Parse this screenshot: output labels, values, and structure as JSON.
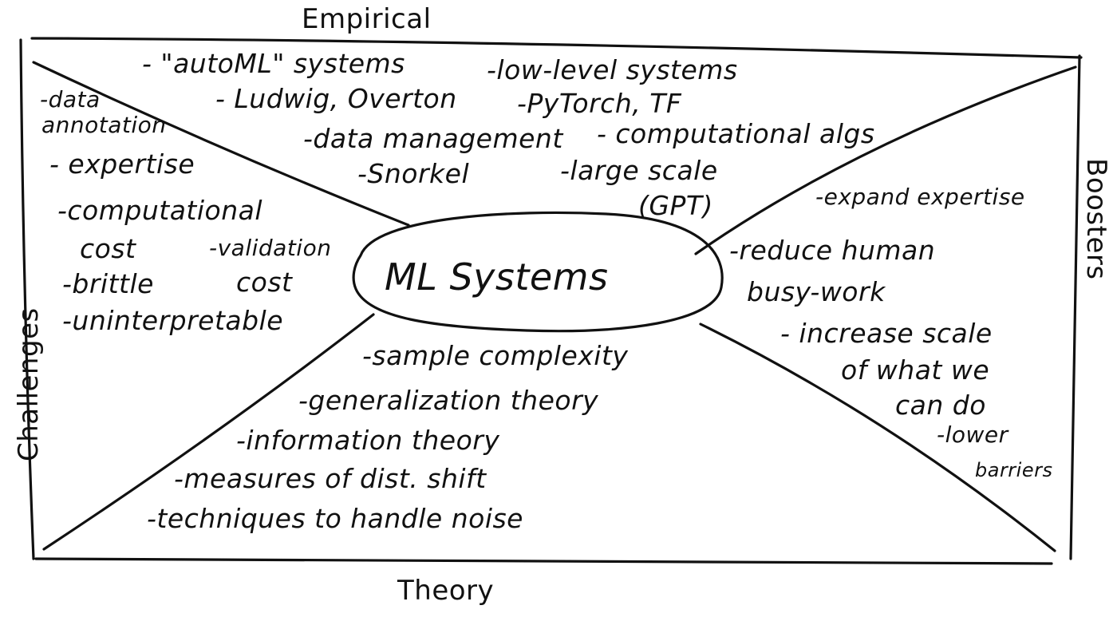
{
  "axes": {
    "top": "Empirical",
    "bottom": "Theory",
    "left": "Challenges",
    "right": "Boosters"
  },
  "center": "ML Systems",
  "empirical": [
    "- \"autoML\" systems",
    "- Ludwig, Overton",
    "-low-level systems",
    "-PyTorch, TF",
    "-data management",
    "- computational algs",
    "-Snorkel",
    "-large scale",
    "(GPT)"
  ],
  "challenges": [
    "-data",
    "annotation",
    "- expertise",
    "-computational",
    "cost",
    "-validation",
    "-brittle",
    "cost",
    "-uninterpretable"
  ],
  "boosters": [
    "-expand expertise",
    "-reduce human",
    "busy-work",
    "- increase scale",
    "of what we",
    "can do",
    "-lower",
    "barriers"
  ],
  "theory": [
    "-sample complexity",
    "-generalization theory",
    "-information theory",
    "-measures of dist. shift",
    "-techniques to handle noise"
  ]
}
